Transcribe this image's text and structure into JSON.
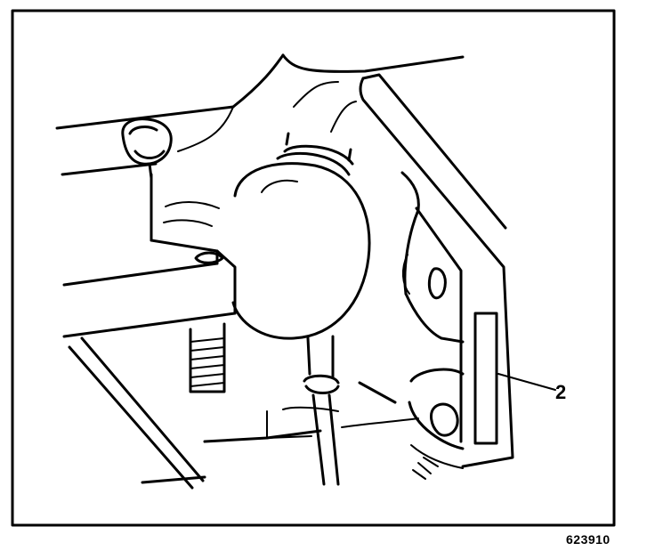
{
  "diagram": {
    "callouts": [
      {
        "label": "2",
        "target": "bracket-slot"
      }
    ],
    "figure_id": "623910"
  },
  "icons": [
    "bolt-icon",
    "bracket-icon",
    "reservoir-icon",
    "stud-icon",
    "hose-icon"
  ]
}
